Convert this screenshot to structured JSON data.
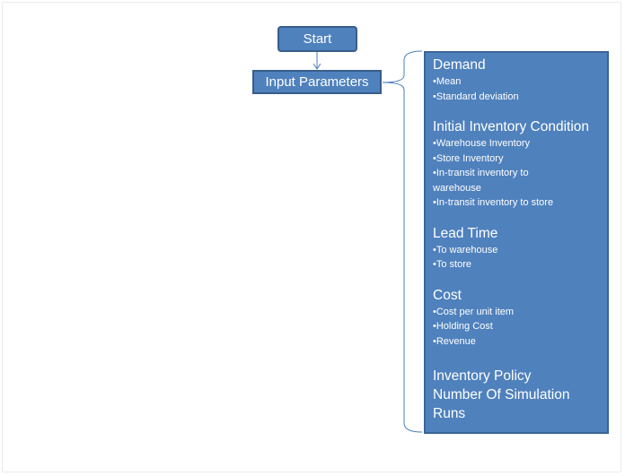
{
  "flow": {
    "start_label": "Start",
    "input_label": "Input Parameters"
  },
  "params": {
    "demand": {
      "title": "Demand",
      "items": [
        "•Mean",
        "•Standard deviation"
      ]
    },
    "initial_inventory": {
      "title": "Initial Inventory Condition",
      "items": [
        "•Warehouse Inventory",
        "•Store Inventory",
        "•In-transit inventory to",
        "warehouse",
        "•In-transit inventory to store"
      ]
    },
    "lead_time": {
      "title": "Lead Time",
      "items": [
        "•To warehouse",
        "•To store"
      ]
    },
    "cost": {
      "title": "Cost",
      "items": [
        "•Cost per unit item",
        "•Holding Cost",
        "•Revenue"
      ]
    },
    "inventory_policy": "Inventory Policy",
    "num_runs_line1": "Number Of Simulation",
    "num_runs_line2": "Runs"
  },
  "colors": {
    "box_fill": "#4f81bd",
    "box_border": "#385d8a",
    "connector": "#4a7ebb"
  }
}
